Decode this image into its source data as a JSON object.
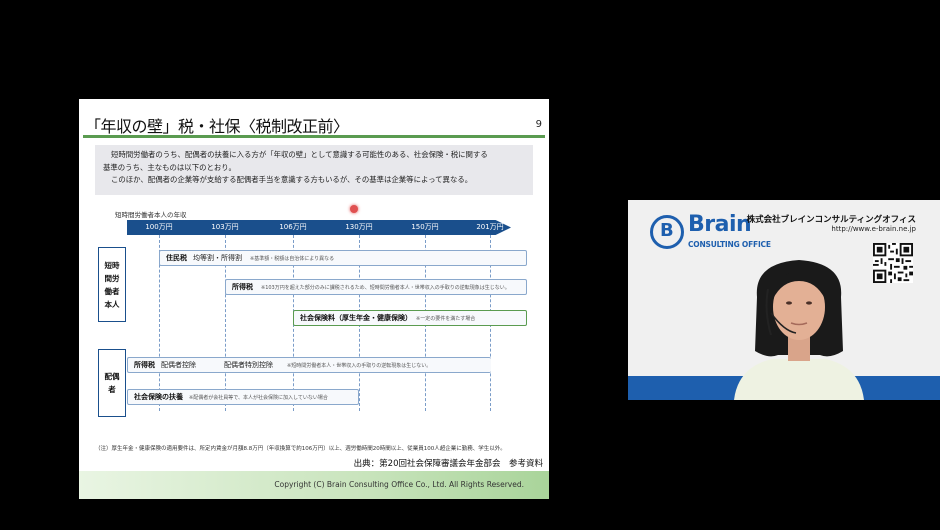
{
  "slide": {
    "title": "「年収の壁」税・社保〈税制改正前〉",
    "page_number": "9",
    "intro_lines": [
      "短時間労働者のうち、配偶者の扶養に入る方が「年収の壁」として意識する可能性のある、社会保険・税に関する",
      "基準のうち、主なものは以下のとおり。",
      "このほか、配偶者の企業等が支給する配偶者手当を意識する方もいるが、その基準は企業等によって異なる。"
    ],
    "income_caption": "短時間労働者本人の年収",
    "year_marks": [
      "100万円",
      "103万円",
      "106万円",
      "130万円",
      "150万円",
      "201万円"
    ],
    "groups": {
      "self": "短時間労働者本人",
      "spouse": "配偶者"
    },
    "rows": {
      "resident_tax": {
        "label": "住民税",
        "detail": "均等割・所得割",
        "note": "※基準額・税額は自治体により異なる"
      },
      "income_tax": {
        "label": "所得税",
        "note": "※103万円を超えた部分のみに課税されるため、短時間労働者本人・世帯収入の手取りの逆転現象は生じない。"
      },
      "social_insurance": {
        "label": "社会保険料（厚生年金・健康保険）",
        "note": "※一定の要件を満たす場合"
      },
      "spouse_income_tax": {
        "label": "所得税",
        "detail1": "配偶者控除",
        "detail2": "配偶者特別控除",
        "note": "※短時間労働者本人・世帯収入の手取りの逆転現象は生じない。"
      },
      "dependent": {
        "label": "社会保険の扶養",
        "note": "※配偶者が会社員等で、本人が社会保険に加入していない場合"
      }
    },
    "footnote": "（注）厚生年金・健康保険の適用要件は、所定内賃金が月額8.8万円（年収換算で約106万円）以上、週労働時間20時間以上、従業員100人超企業に勤務、学生以外。",
    "source": "出典：第20回社会保障審議会年金部会　参考資料",
    "copyright": "Copyright (C) Brain Consulting Office Co., Ltd.  All Rights Reserved."
  },
  "camera": {
    "logo_letter": "B",
    "brand": "Brain",
    "brand_sub": "CONSULTING OFFICE",
    "company": "株式会社ブレインコンサルティングオフィス",
    "url": "http://www.e-brain.ne.jp"
  },
  "colors": {
    "arrow_blue": "#1a4f8c",
    "title_rule_green": "#5a9b50",
    "brand_blue": "#1e5fae"
  }
}
